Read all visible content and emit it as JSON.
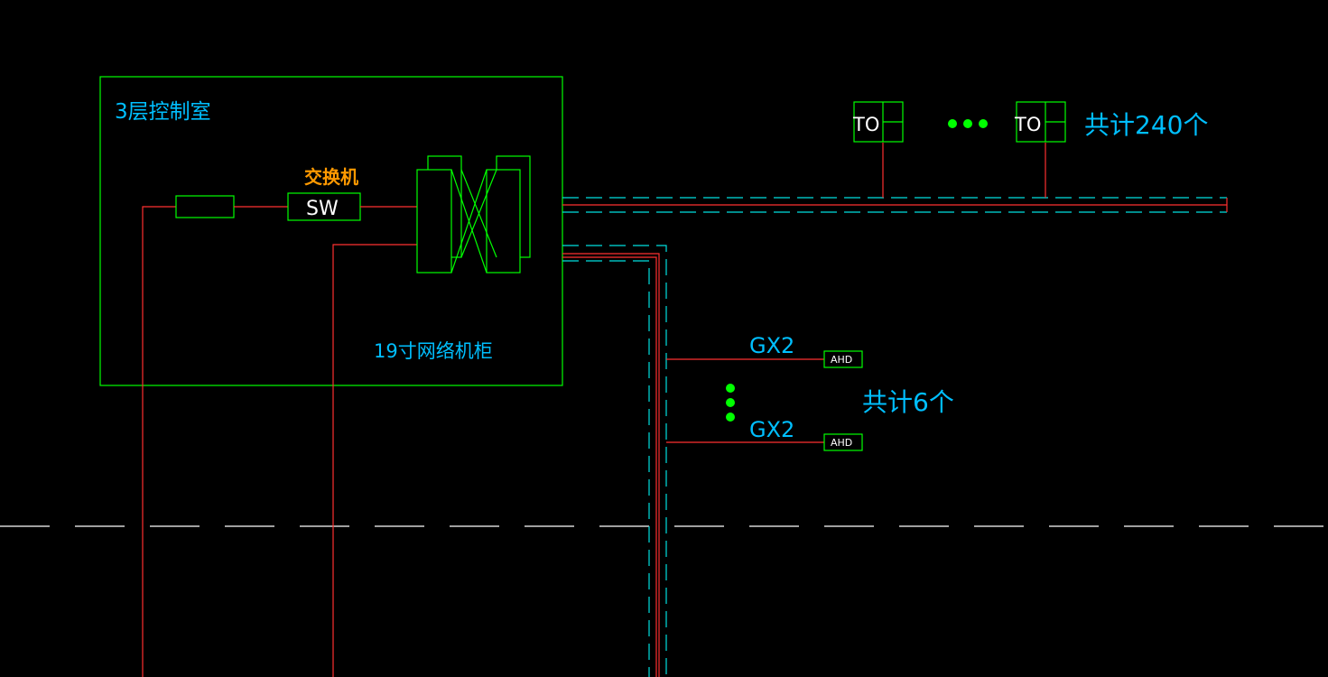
{
  "colors": {
    "background": "#000000",
    "frame": "#00ff00",
    "wire": "#ff3030",
    "conduit": "#00e0e0",
    "cyan_text": "#00bfff",
    "orange_text": "#ff9900",
    "white": "#ffffff",
    "dot": "#00ff00"
  },
  "room": {
    "title": "3层控制室"
  },
  "switch": {
    "label": "SW",
    "caption": "交换机"
  },
  "cabinet": {
    "caption": "19寸网络机柜"
  },
  "outlets": {
    "label_1": "TO",
    "label_2": "TO",
    "count_text": "共计240个"
  },
  "cameras": {
    "cable_1": "GX2",
    "cable_2": "GX2",
    "device_1": "AHD",
    "device_2": "AHD",
    "count_text": "共计6个"
  }
}
